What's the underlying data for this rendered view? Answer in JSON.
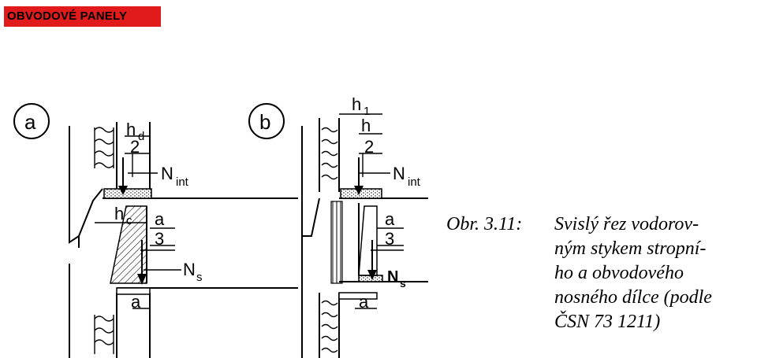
{
  "header": {
    "title": "OBVODOVÉ PANELY"
  },
  "figure": {
    "panel_a": "a",
    "panel_b": "b",
    "labels": {
      "hd": "h",
      "hd_sub": "d",
      "two": "2",
      "n_int": "N",
      "n_int_sub": "int",
      "hc": "h",
      "hc_sub": "c",
      "a": "a",
      "three": "3",
      "n_s": "N",
      "n_s_sub": "s",
      "h1": "h",
      "h1_sub": "1",
      "h": "h"
    }
  },
  "caption": {
    "label": "Obr. 3.11:",
    "line1": "Svislý řez vodorov-",
    "line2": "ným stykem stropní-",
    "line3": "ho a obvodového",
    "line4": "nosného dílce (podle",
    "line5": "ČSN 73 1211)"
  },
  "colors": {
    "badge": "#e11b1b"
  }
}
